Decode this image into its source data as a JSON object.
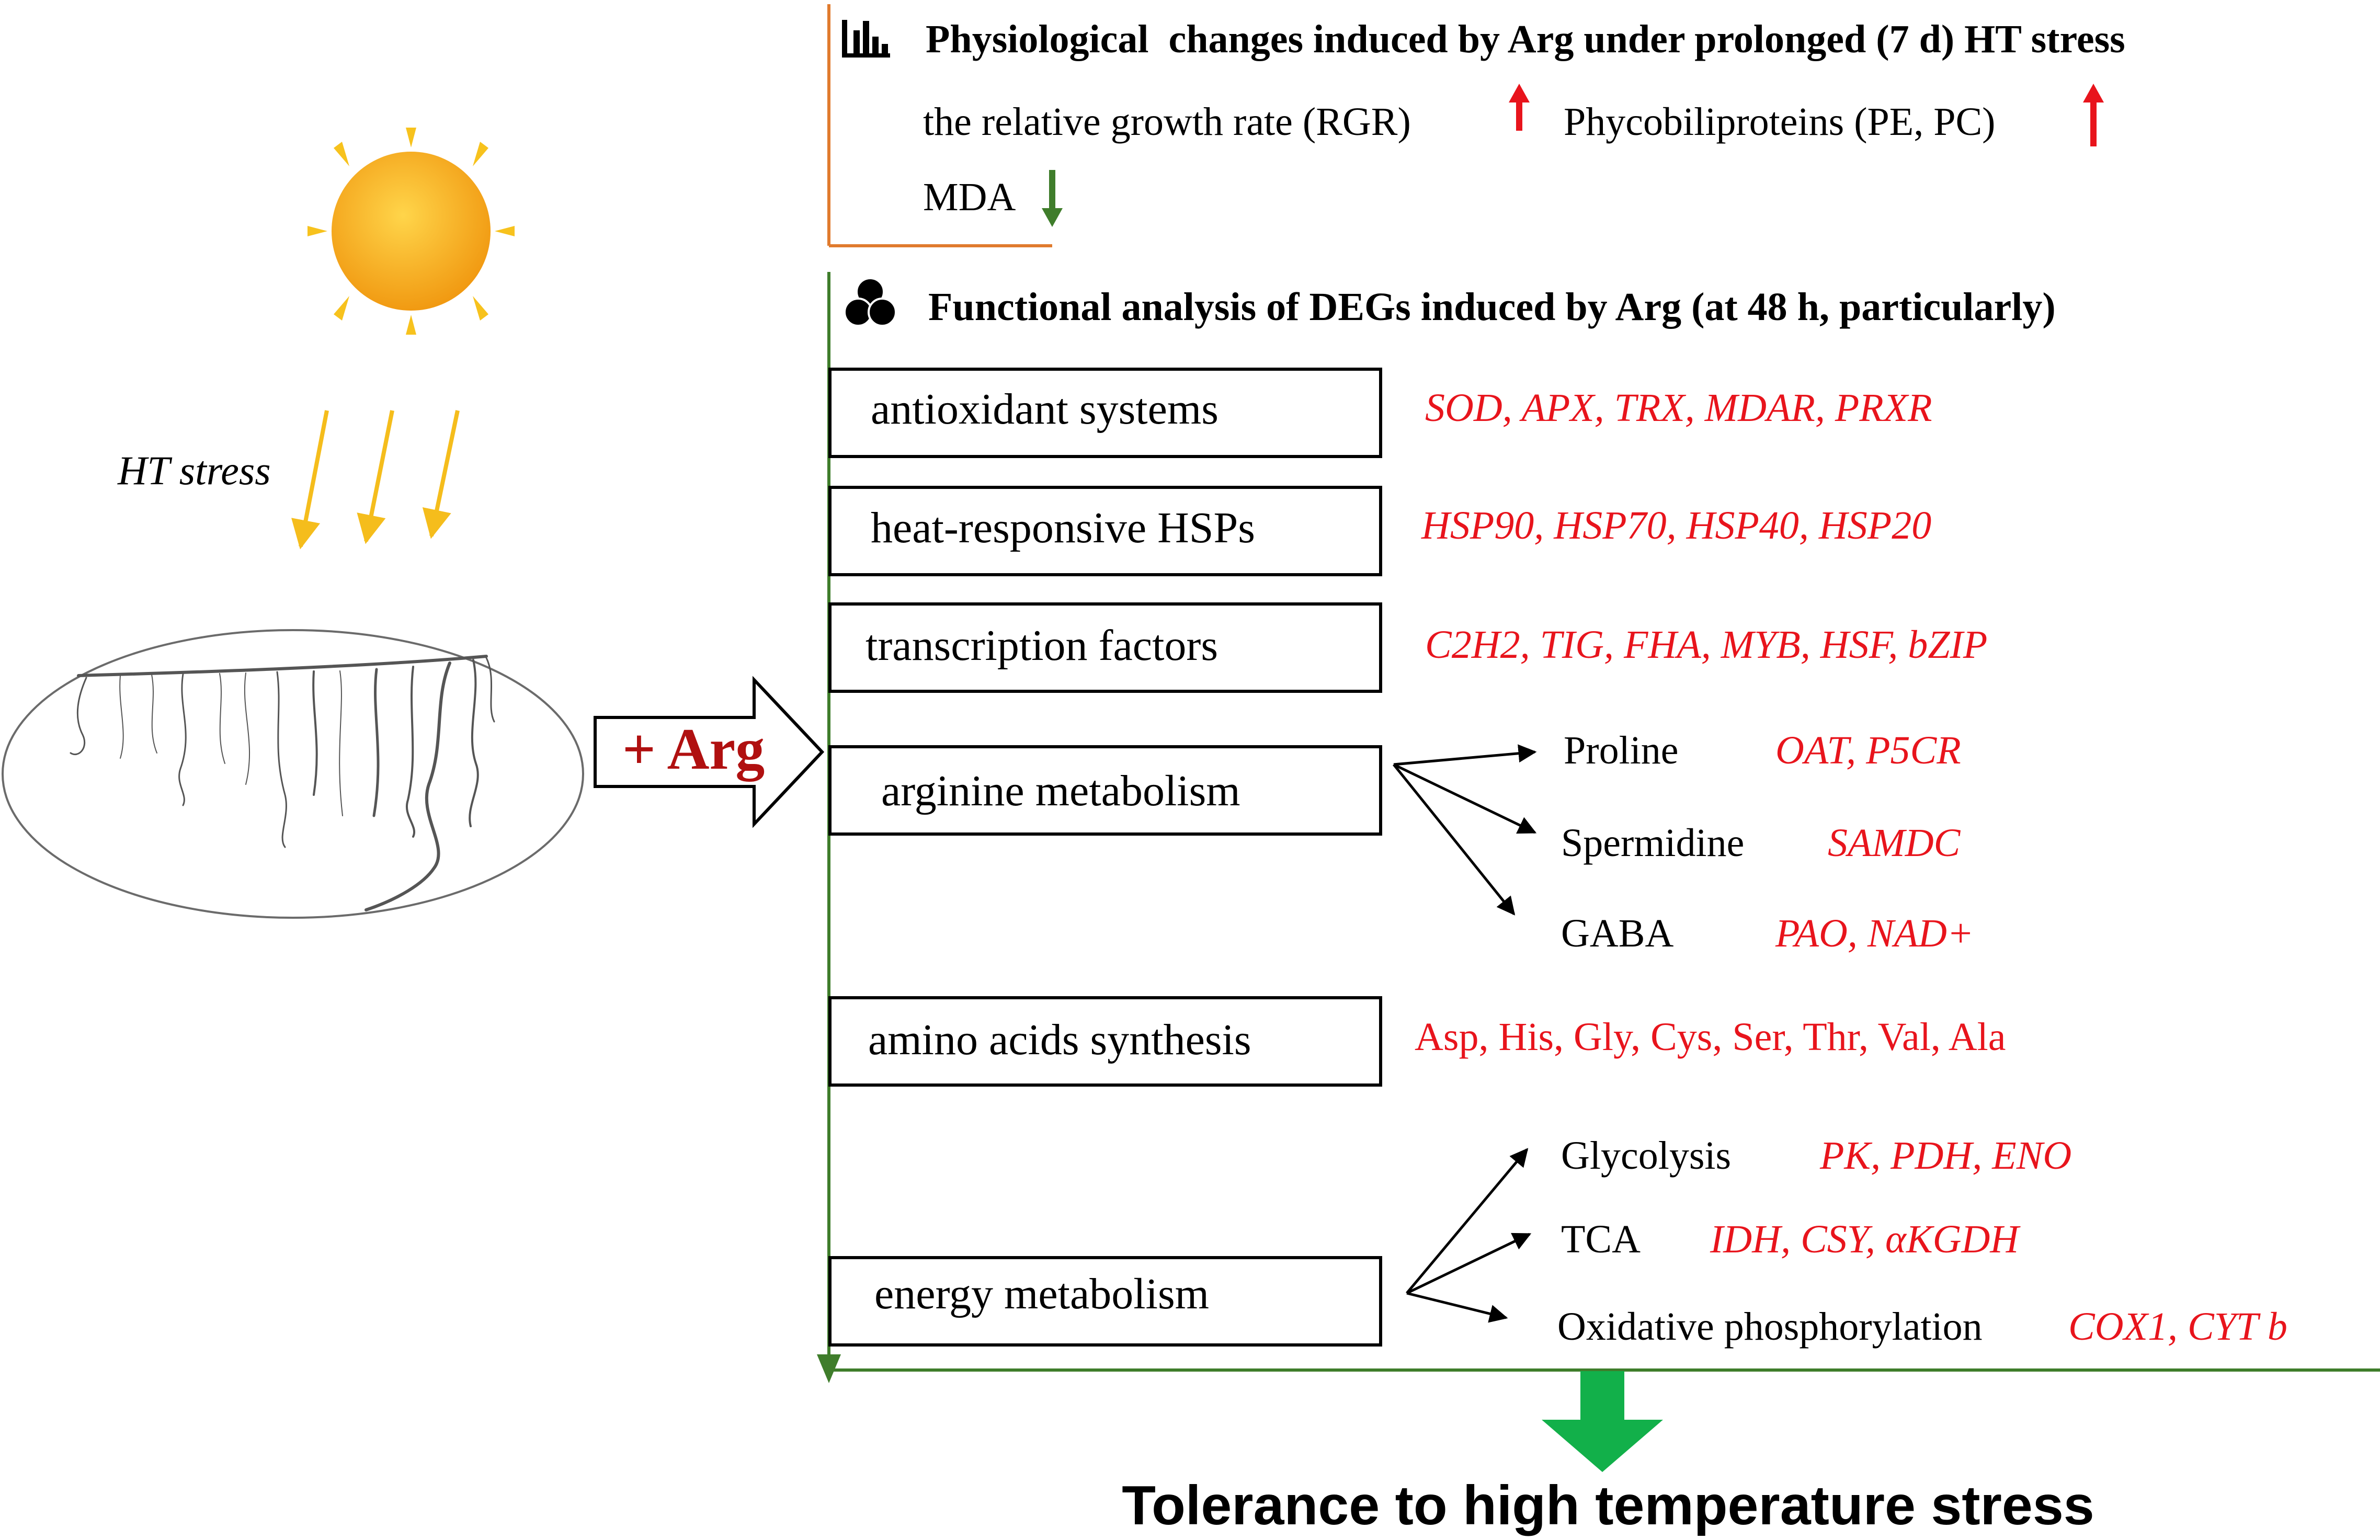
{
  "stress_label": "HT stress",
  "arg_label": "+ Arg",
  "physio": {
    "heading": "Physiological  changes induced by Arg under prolonged (7 d) HT stress",
    "items": [
      {
        "text": "the relative growth rate (RGR)",
        "direction": "up"
      },
      {
        "text": "Phycobiliproteins (PE, PC)",
        "direction": "up"
      },
      {
        "text": "MDA",
        "direction": "down"
      }
    ]
  },
  "functional": {
    "heading": "Functional analysis of DEGs induced by Arg (at 48 h, particularly)",
    "boxes": [
      {
        "label": "antioxidant systems",
        "genes": "SOD, APX, TRX, MDAR, PRXR",
        "italic": true
      },
      {
        "label": "heat-responsive HSPs",
        "genes": "HSP90, HSP70, HSP40, HSP20",
        "italic": true
      },
      {
        "label": "transcription factors",
        "genes": "C2H2, TIG, FHA, MYB, HSF, bZIP",
        "italic": true
      },
      {
        "label": "arginine metabolism",
        "branches": [
          {
            "name": "Proline",
            "genes": "OAT, P5CR"
          },
          {
            "name": "Spermidine",
            "genes": "SAMDC"
          },
          {
            "name": "GABA",
            "genes": "PAO, NAD+"
          }
        ]
      },
      {
        "label": "amino acids synthesis",
        "genes": "Asp, His, Gly, Cys, Ser, Thr, Val, Ala",
        "italic": false
      },
      {
        "label": "energy metabolism",
        "branches": [
          {
            "name": "Glycolysis",
            "genes": "PK, PDH, ENO"
          },
          {
            "name": "TCA",
            "genes": "IDH, CSY, αKGDH"
          },
          {
            "name": "Oxidative phosphorylation",
            "genes": "COX1, CYT b"
          }
        ]
      }
    ]
  },
  "conclusion": "Tolerance to high temperature stress",
  "colors": {
    "red": "#e8141c",
    "dark_red": "#b01010",
    "green_line": "#3f7d2b",
    "green_arrow": "#12b04a",
    "orange_line": "#e07b2e",
    "sun": "#f6b21b",
    "sun_rays": "#f7c21d"
  }
}
